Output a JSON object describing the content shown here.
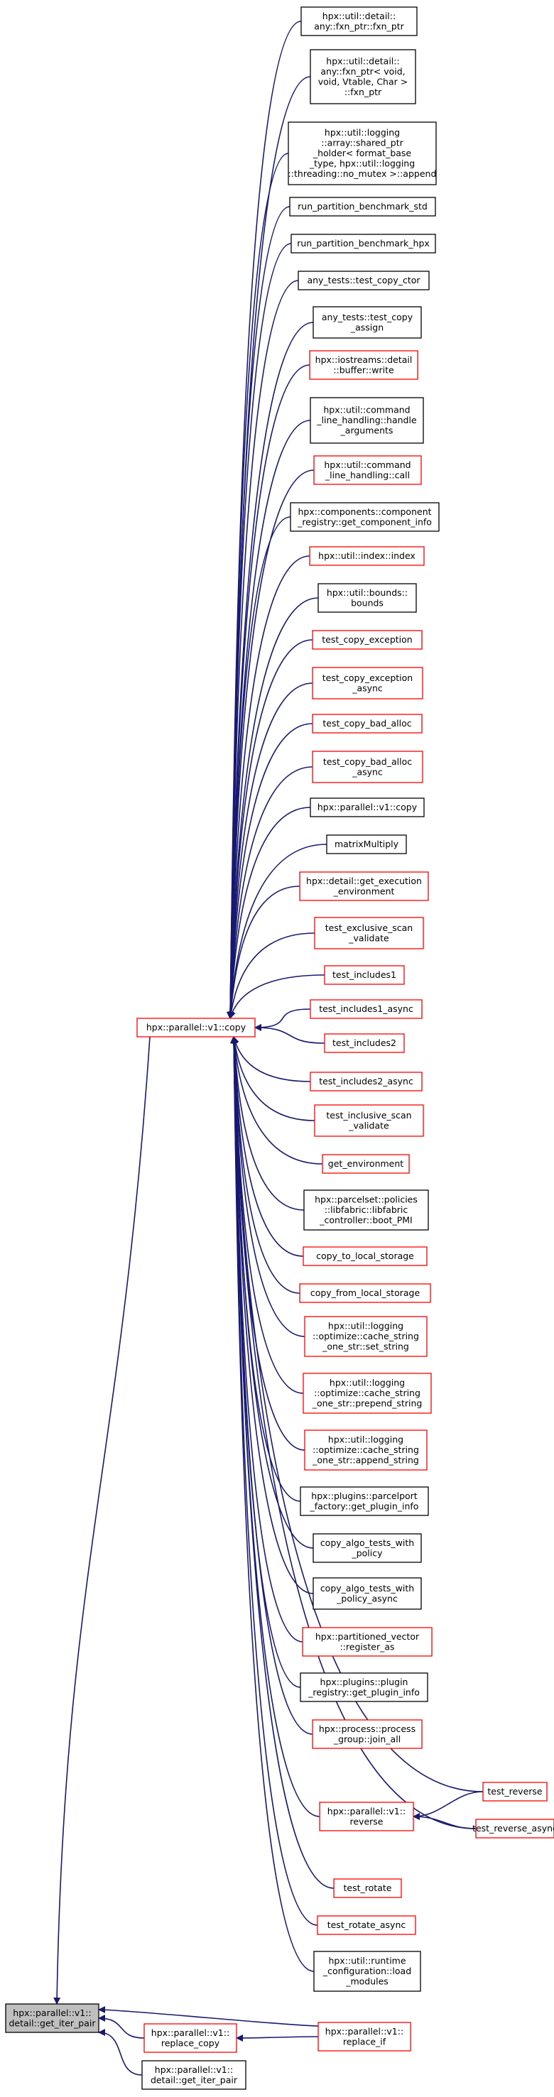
{
  "graph": {
    "edge_color": "#191970",
    "node_styles": {
      "normal": {
        "fill": "#ffffff",
        "stroke": "#000000"
      },
      "linked": {
        "fill": "#ffffff",
        "stroke": "#ff0000"
      },
      "focus": {
        "fill": "#bfbfbf",
        "stroke": "#000000"
      }
    },
    "nodes": [
      {
        "id": "n_fxn_ptr",
        "style": "normal",
        "lines": [
          "hpx::util::detail::",
          "any::fxn_ptr::fxn_ptr"
        ]
      },
      {
        "id": "n_fxn_ptr2",
        "style": "normal",
        "lines": [
          "hpx::util::detail::",
          "any::fxn_ptr< void,",
          "void, Vtable, Char >",
          "::fxn_ptr"
        ]
      },
      {
        "id": "n_logging_append",
        "style": "normal",
        "lines": [
          "hpx::util::logging",
          "::array::shared_ptr",
          "_holder< format_base",
          "_type, hpx::util::logging",
          "::threading::no_mutex >::append"
        ]
      },
      {
        "id": "n_bench_std",
        "style": "normal",
        "lines": [
          "run_partition_benchmark_std"
        ]
      },
      {
        "id": "n_bench_hpx",
        "style": "normal",
        "lines": [
          "run_partition_benchmark_hpx"
        ]
      },
      {
        "id": "n_copy_ctor",
        "style": "normal",
        "lines": [
          "any_tests::test_copy_ctor"
        ]
      },
      {
        "id": "n_copy_assign",
        "style": "normal",
        "lines": [
          "any_tests::test_copy",
          "_assign"
        ]
      },
      {
        "id": "n_buffer_write",
        "style": "linked",
        "lines": [
          "hpx::iostreams::detail",
          "::buffer::write"
        ]
      },
      {
        "id": "n_handle_args",
        "style": "normal",
        "lines": [
          "hpx::util::command",
          "_line_handling::handle",
          "_arguments"
        ]
      },
      {
        "id": "n_cmd_call",
        "style": "linked",
        "lines": [
          "hpx::util::command",
          "_line_handling::call"
        ]
      },
      {
        "id": "n_get_comp_info",
        "style": "normal",
        "lines": [
          "hpx::components::component",
          "_registry::get_component_info"
        ]
      },
      {
        "id": "n_index",
        "style": "linked",
        "lines": [
          "hpx::util::index::index"
        ]
      },
      {
        "id": "n_bounds",
        "style": "normal",
        "lines": [
          "hpx::util::bounds::",
          "bounds"
        ]
      },
      {
        "id": "n_copy_exc",
        "style": "linked",
        "lines": [
          "test_copy_exception"
        ]
      },
      {
        "id": "n_copy_exc_async",
        "style": "linked",
        "lines": [
          "test_copy_exception",
          "_async"
        ]
      },
      {
        "id": "n_bad_alloc",
        "style": "linked",
        "lines": [
          "test_copy_bad_alloc"
        ]
      },
      {
        "id": "n_bad_alloc_async",
        "style": "linked",
        "lines": [
          "test_copy_bad_alloc",
          "_async"
        ]
      },
      {
        "id": "n_par_copy",
        "style": "normal",
        "lines": [
          "hpx::parallel::v1::copy"
        ]
      },
      {
        "id": "n_matrix",
        "style": "normal",
        "lines": [
          "matrixMultiply"
        ]
      },
      {
        "id": "n_exec_env",
        "style": "linked",
        "lines": [
          "hpx::detail::get_execution",
          "_environment"
        ]
      },
      {
        "id": "n_excl_scan",
        "style": "linked",
        "lines": [
          "test_exclusive_scan",
          "_validate"
        ]
      },
      {
        "id": "n_incl1",
        "style": "linked",
        "lines": [
          "test_includes1"
        ]
      },
      {
        "id": "n_incl1_async",
        "style": "linked",
        "lines": [
          "test_includes1_async"
        ]
      },
      {
        "id": "n_incl2",
        "style": "linked",
        "lines": [
          "test_includes2"
        ]
      },
      {
        "id": "n_incl2_async",
        "style": "linked",
        "lines": [
          "test_includes2_async"
        ]
      },
      {
        "id": "n_incl_scan",
        "style": "linked",
        "lines": [
          "test_inclusive_scan",
          "_validate"
        ]
      },
      {
        "id": "n_get_env",
        "style": "linked",
        "lines": [
          "get_environment"
        ]
      },
      {
        "id": "n_boot_pmi",
        "style": "normal",
        "lines": [
          "hpx::parcelset::policies",
          "::libfabric::libfabric",
          "_controller::boot_PMI"
        ]
      },
      {
        "id": "n_copy_to_local",
        "style": "linked",
        "lines": [
          "copy_to_local_storage"
        ]
      },
      {
        "id": "n_copy_from_local",
        "style": "linked",
        "lines": [
          "copy_from_local_storage"
        ]
      },
      {
        "id": "n_set_string",
        "style": "linked",
        "lines": [
          "hpx::util::logging",
          "::optimize::cache_string",
          "_one_str::set_string"
        ]
      },
      {
        "id": "n_prepend_string",
        "style": "linked",
        "lines": [
          "hpx::util::logging",
          "::optimize::cache_string",
          "_one_str::prepend_string"
        ]
      },
      {
        "id": "n_append_string",
        "style": "linked",
        "lines": [
          "hpx::util::logging",
          "::optimize::cache_string",
          "_one_str::append_string"
        ]
      },
      {
        "id": "n_parcelport",
        "style": "normal",
        "lines": [
          "hpx::plugins::parcelport",
          "_factory::get_plugin_info"
        ]
      },
      {
        "id": "n_algo_policy",
        "style": "normal",
        "lines": [
          "copy_algo_tests_with",
          "_policy"
        ]
      },
      {
        "id": "n_algo_policy_async",
        "style": "normal",
        "lines": [
          "copy_algo_tests_with",
          "_policy_async"
        ]
      },
      {
        "id": "n_register_as",
        "style": "linked",
        "lines": [
          "hpx::partitioned_vector",
          "::register_as"
        ]
      },
      {
        "id": "n_plugin_registry",
        "style": "normal",
        "lines": [
          "hpx::plugins::plugin",
          "_registry::get_plugin_info"
        ]
      },
      {
        "id": "n_join_all",
        "style": "linked",
        "lines": [
          "hpx::process::process",
          "_group::join_all"
        ]
      },
      {
        "id": "n_reverse",
        "style": "linked",
        "lines": [
          "hpx::parallel::v1::",
          "reverse"
        ]
      },
      {
        "id": "n_test_reverse",
        "style": "linked",
        "lines": [
          "test_reverse"
        ]
      },
      {
        "id": "n_test_reverse_async",
        "style": "linked",
        "lines": [
          "test_reverse_async"
        ]
      },
      {
        "id": "n_rotate",
        "style": "linked",
        "lines": [
          "test_rotate"
        ]
      },
      {
        "id": "n_rotate_async",
        "style": "linked",
        "lines": [
          "test_rotate_async"
        ]
      },
      {
        "id": "n_load_modules",
        "style": "normal",
        "lines": [
          "hpx::util::runtime",
          "_configuration::load",
          "_modules"
        ]
      },
      {
        "id": "n_copy_main",
        "style": "linked",
        "lines": [
          "hpx::parallel::v1::copy"
        ]
      },
      {
        "id": "n_focus",
        "style": "focus",
        "lines": [
          "hpx::parallel::v1::",
          "detail::get_iter_pair"
        ]
      },
      {
        "id": "n_replace_copy",
        "style": "linked",
        "lines": [
          "hpx::parallel::v1::",
          "replace_copy"
        ]
      },
      {
        "id": "n_replace_if",
        "style": "linked",
        "lines": [
          "hpx::parallel::v1::",
          "replace_if"
        ]
      },
      {
        "id": "n_iter_pair2",
        "style": "normal",
        "lines": [
          "hpx::parallel::v1::",
          "detail::get_iter_pair"
        ]
      }
    ],
    "edges": [
      {
        "from": "n_fxn_ptr",
        "to": "n_copy_main"
      },
      {
        "from": "n_fxn_ptr2",
        "to": "n_copy_main"
      },
      {
        "from": "n_logging_append",
        "to": "n_copy_main"
      },
      {
        "from": "n_bench_std",
        "to": "n_copy_main"
      },
      {
        "from": "n_bench_hpx",
        "to": "n_copy_main"
      },
      {
        "from": "n_copy_ctor",
        "to": "n_copy_main"
      },
      {
        "from": "n_copy_assign",
        "to": "n_copy_main"
      },
      {
        "from": "n_buffer_write",
        "to": "n_copy_main"
      },
      {
        "from": "n_handle_args",
        "to": "n_copy_main"
      },
      {
        "from": "n_cmd_call",
        "to": "n_copy_main"
      },
      {
        "from": "n_get_comp_info",
        "to": "n_copy_main"
      },
      {
        "from": "n_index",
        "to": "n_copy_main"
      },
      {
        "from": "n_bounds",
        "to": "n_copy_main"
      },
      {
        "from": "n_copy_exc",
        "to": "n_copy_main"
      },
      {
        "from": "n_copy_exc_async",
        "to": "n_copy_main"
      },
      {
        "from": "n_bad_alloc",
        "to": "n_copy_main"
      },
      {
        "from": "n_bad_alloc_async",
        "to": "n_copy_main"
      },
      {
        "from": "n_par_copy",
        "to": "n_copy_main"
      },
      {
        "from": "n_matrix",
        "to": "n_copy_main"
      },
      {
        "from": "n_exec_env",
        "to": "n_copy_main"
      },
      {
        "from": "n_excl_scan",
        "to": "n_copy_main"
      },
      {
        "from": "n_incl1",
        "to": "n_copy_main"
      },
      {
        "from": "n_incl1_async",
        "to": "n_copy_main"
      },
      {
        "from": "n_incl2",
        "to": "n_copy_main"
      },
      {
        "from": "n_incl2_async",
        "to": "n_copy_main"
      },
      {
        "from": "n_incl_scan",
        "to": "n_copy_main"
      },
      {
        "from": "n_get_env",
        "to": "n_copy_main"
      },
      {
        "from": "n_boot_pmi",
        "to": "n_copy_main"
      },
      {
        "from": "n_copy_to_local",
        "to": "n_copy_main"
      },
      {
        "from": "n_copy_from_local",
        "to": "n_copy_main"
      },
      {
        "from": "n_set_string",
        "to": "n_copy_main"
      },
      {
        "from": "n_prepend_string",
        "to": "n_copy_main"
      },
      {
        "from": "n_append_string",
        "to": "n_copy_main"
      },
      {
        "from": "n_parcelport",
        "to": "n_copy_main"
      },
      {
        "from": "n_algo_policy",
        "to": "n_copy_main"
      },
      {
        "from": "n_algo_policy_async",
        "to": "n_copy_main"
      },
      {
        "from": "n_register_as",
        "to": "n_copy_main"
      },
      {
        "from": "n_plugin_registry",
        "to": "n_copy_main"
      },
      {
        "from": "n_join_all",
        "to": "n_copy_main"
      },
      {
        "from": "n_reverse",
        "to": "n_copy_main"
      },
      {
        "from": "n_test_reverse",
        "to": "n_copy_main"
      },
      {
        "from": "n_test_reverse_async",
        "to": "n_copy_main"
      },
      {
        "from": "n_rotate",
        "to": "n_copy_main"
      },
      {
        "from": "n_rotate_async",
        "to": "n_copy_main"
      },
      {
        "from": "n_load_modules",
        "to": "n_copy_main"
      },
      {
        "from": "n_test_reverse",
        "to": "n_reverse"
      },
      {
        "from": "n_test_reverse_async",
        "to": "n_reverse"
      },
      {
        "from": "n_copy_main",
        "to": "n_focus"
      },
      {
        "from": "n_replace_if",
        "to": "n_focus"
      },
      {
        "from": "n_replace_copy",
        "to": "n_focus"
      },
      {
        "from": "n_iter_pair2",
        "to": "n_focus"
      },
      {
        "from": "n_replace_if",
        "to": "n_replace_copy"
      }
    ]
  }
}
